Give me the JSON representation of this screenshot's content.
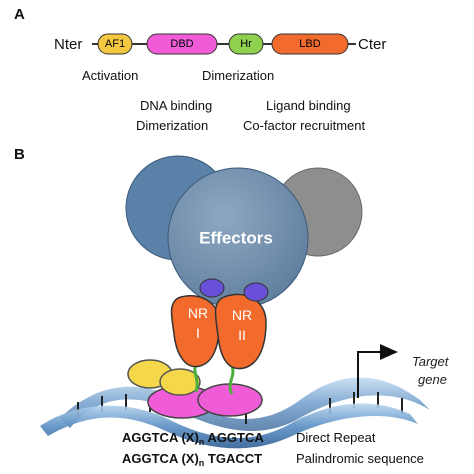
{
  "panel_a": {
    "letter": "A",
    "nter": "Nter",
    "cter": "Cter",
    "domains": {
      "af1": "AF1",
      "dbd": "DBD",
      "hr": "Hr",
      "lbd": "LBD"
    },
    "labels": {
      "activation": "Activation",
      "dimerization_top": "Dimerization",
      "dna_binding": "DNA binding",
      "dimerization_bottom": "Dimerization",
      "ligand_binding": "Ligand binding",
      "cofactor": "Co-factor recruitment"
    },
    "colors": {
      "af1": "#f5c842",
      "dbd": "#f05cd8",
      "hr": "#8fd14f",
      "lbd": "#f26a2c"
    }
  },
  "panel_b": {
    "letter": "B",
    "effectors": "Effectors",
    "nr1_top": "NR",
    "nr1_bottom": "I",
    "nr2_top": "NR",
    "nr2_bottom": "II",
    "target_line1": "Target",
    "target_line2": "gene",
    "seq1": {
      "part1": "AGGTCA (X)",
      "sub": "n",
      "part2": " AGGTCA",
      "desc": "Direct Repeat"
    },
    "seq2": {
      "part1": "AGGTCA (X)",
      "sub": "n",
      "part2": " TGACCT",
      "desc": "Palindromic sequence"
    }
  }
}
